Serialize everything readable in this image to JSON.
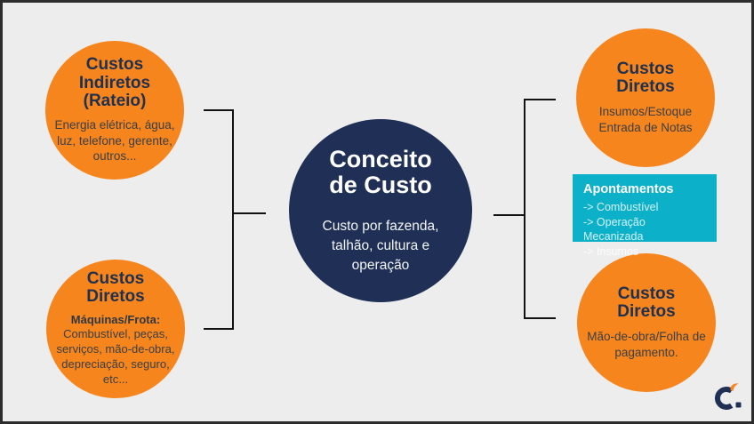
{
  "canvas": {
    "background": "#EDEDED",
    "border_color": "#2D2D2D"
  },
  "colors": {
    "orange": "#F6851D",
    "navy": "#1F2F55",
    "cyan": "#0CB1C9",
    "heading_text": "#20304F",
    "body_text": "#3A3F46",
    "connector_line": "#121212"
  },
  "center_circle": {
    "title": "Conceito de Custo",
    "body": "Custo por fazenda, talhão, cultura e operação"
  },
  "circles": {
    "top_left": {
      "title": "Custos Indiretos (Rateio)",
      "body": "Energia elétrica, água, luz, telefone, gerente, outros..."
    },
    "bottom_left": {
      "title": "Custos Diretos",
      "subtitle": "Máquinas/Frota:",
      "body": "Combustível, peças, serviços, mão-de-obra, depreciação, seguro, etc..."
    },
    "top_right": {
      "title": "Custos Diretos",
      "body": "Insumos/Estoque Entrada de Notas"
    },
    "bottom_right": {
      "title": "Custos Diretos",
      "body": "Mão-de-obra/Folha de pagamento."
    }
  },
  "callout": {
    "title": "Apontamentos",
    "items": [
      "-> Combustível",
      "-> Operação Mecanizada",
      "-> Insumos"
    ]
  },
  "logo": {
    "name": "C."
  }
}
